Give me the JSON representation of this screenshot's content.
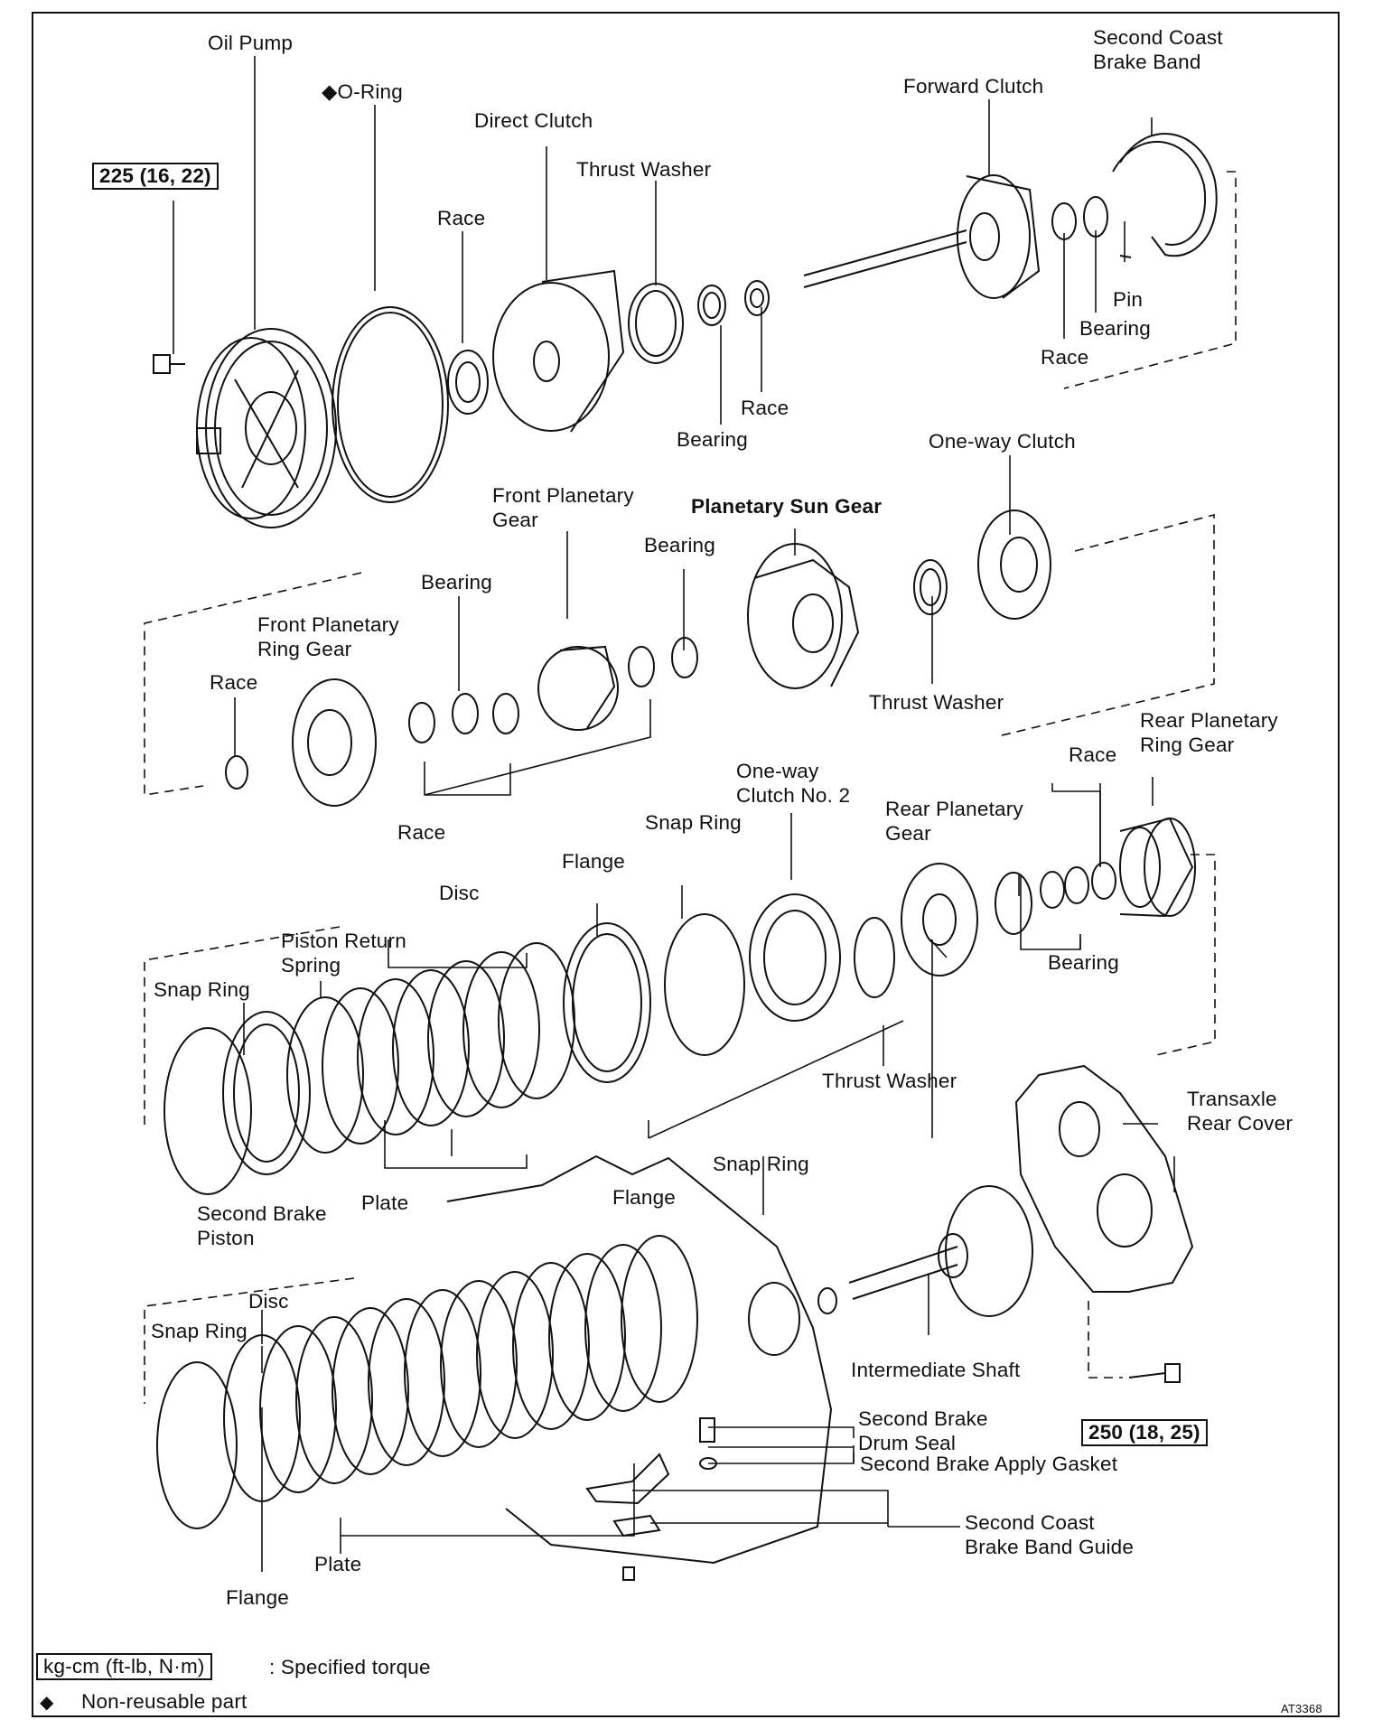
{
  "figure_id": "AT3368",
  "legend": {
    "torque_box": "kg-cm (ft-lb, N·m)",
    "torque_text": ": Specified torque",
    "nonreusable_symbol": "◆",
    "nonreusable_text": "Non-reusable part"
  },
  "torque": {
    "pump_bolt": "225 (16, 22)",
    "cover_bolt": "250 (18, 25)"
  },
  "labels": {
    "oil_pump": "Oil Pump",
    "o_ring": "◆O-Ring",
    "direct_clutch": "Direct Clutch",
    "thrust_washer_1": "Thrust Washer",
    "race_1": "Race",
    "race_2": "Race",
    "bearing_1": "Bearing",
    "forward_clutch": "Forward Clutch",
    "second_coast_brake_band": "Second Coast\nBrake Band",
    "pin": "Pin",
    "bearing_2": "Bearing",
    "race_3": "Race",
    "one_way_clutch": "One-way Clutch",
    "planetary_sun_gear": "Planetary Sun Gear",
    "front_planetary_gear": "Front Planetary\nGear",
    "bearing_3": "Bearing",
    "bearing_4": "Bearing",
    "front_planetary_ring_gear": "Front Planetary\nRing Gear",
    "race_4": "Race",
    "thrust_washer_2": "Thrust Washer",
    "race_5": "Race",
    "rear_planetary_ring_gear": "Rear Planetary\nRing Gear",
    "race_6": "Race",
    "one_way_clutch_no2": "One-way\nClutch No. 2",
    "rear_planetary_gear": "Rear Planetary\nGear",
    "snap_ring_1": "Snap Ring",
    "flange_1": "Flange",
    "disc_1": "Disc",
    "piston_return_spring": "Piston Return\nSpring",
    "snap_ring_2": "Snap Ring",
    "bearing_5": "Bearing",
    "thrust_washer_3": "Thrust Washer",
    "transaxle_rear_cover": "Transaxle\nRear Cover",
    "second_brake_piston": "Second Brake\nPiston",
    "plate_1": "Plate",
    "snap_ring_3": "Snap Ring",
    "flange_2": "Flange",
    "disc_2": "Disc",
    "snap_ring_4": "Snap Ring",
    "intermediate_shaft": "Intermediate Shaft",
    "second_brake_drum_seal": "Second Brake\nDrum Seal",
    "second_brake_apply_gasket": "Second Brake Apply Gasket",
    "second_coast_brake_band_guide": "Second Coast\nBrake Band Guide",
    "plate_2": "Plate",
    "flange_3": "Flange"
  }
}
